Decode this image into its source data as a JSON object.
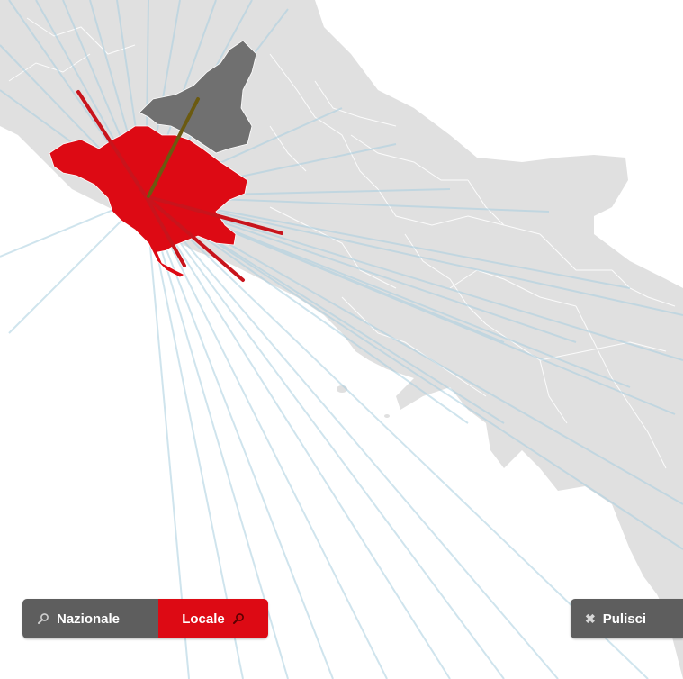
{
  "map": {
    "highlight_color": "#dd0a14",
    "selected_neighbor_color": "#707070",
    "base_color": "#dedede",
    "flow_line_color": "#a9cfe0",
    "strong_flow_color": "#c8141c",
    "olive_flow_color": "#6b5a10"
  },
  "controls": {
    "national_label": "Nazionale",
    "national_icon": "search-icon",
    "local_label": "Locale",
    "local_icon": "search-icon",
    "clear_label": "Pulisci",
    "clear_icon": "close-icon",
    "active_mode": "Locale"
  },
  "colors": {
    "button_dark": "#5e5e5e",
    "button_active": "#dd0a14",
    "button_text": "#ffffff"
  }
}
